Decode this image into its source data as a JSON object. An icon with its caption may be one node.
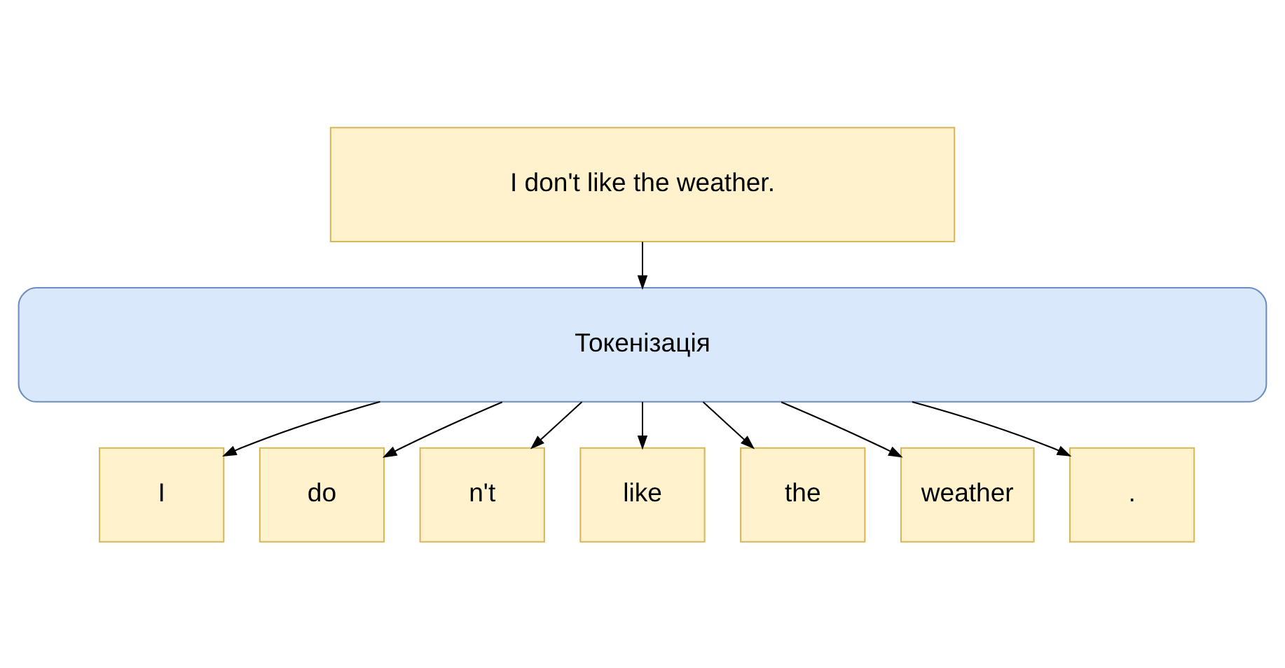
{
  "diagram": {
    "nodes": [
      {
        "text": [
          "I don't like the weather."
        ]
      },
      {
        "text": [
          "Токенізація"
        ]
      },
      {
        "text": [
          "I"
        ]
      },
      {
        "text": [
          "do"
        ]
      },
      {
        "text": [
          "n't"
        ]
      },
      {
        "text": [
          "like"
        ]
      },
      {
        "text": [
          "the"
        ]
      },
      {
        "text": [
          "weather"
        ]
      },
      {
        "text": [
          "."
        ]
      }
    ],
    "edges": [
      {
        "from": 0,
        "to": 1,
        "arrow": "to"
      },
      {
        "from": 1,
        "to": 2,
        "arrow": "to"
      },
      {
        "from": 1,
        "to": 3,
        "arrow": "to"
      },
      {
        "from": 1,
        "to": 4,
        "arrow": "to"
      },
      {
        "from": 1,
        "to": 5,
        "arrow": "to"
      },
      {
        "from": 1,
        "to": 6,
        "arrow": "to"
      },
      {
        "from": 1,
        "to": 7,
        "arrow": "to"
      },
      {
        "from": 1,
        "to": 8,
        "arrow": "to"
      }
    ]
  }
}
